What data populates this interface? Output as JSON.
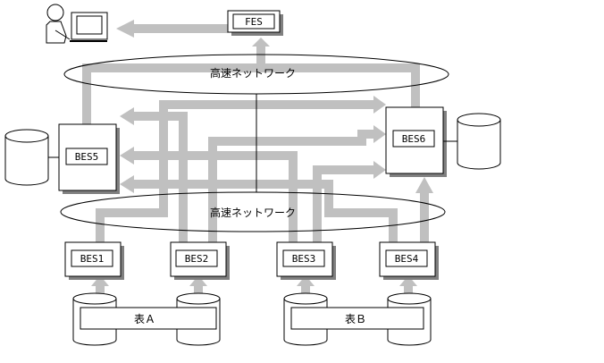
{
  "nodes": {
    "fes": "FES",
    "bes1": "BES1",
    "bes2": "BES2",
    "bes3": "BES3",
    "bes4": "BES4",
    "bes5": "BES5",
    "bes6": "BES6"
  },
  "networks": {
    "top": "高速ネットワーク",
    "bottom": "高速ネットワーク"
  },
  "tables": {
    "a": "表Ａ",
    "b": "表Ｂ"
  },
  "icons": [
    "user-terminal-icon",
    "disk-icon"
  ],
  "colors": {
    "arrow": "#c0c0c0",
    "box_shadow": "#808080",
    "stroke": "#000000"
  }
}
